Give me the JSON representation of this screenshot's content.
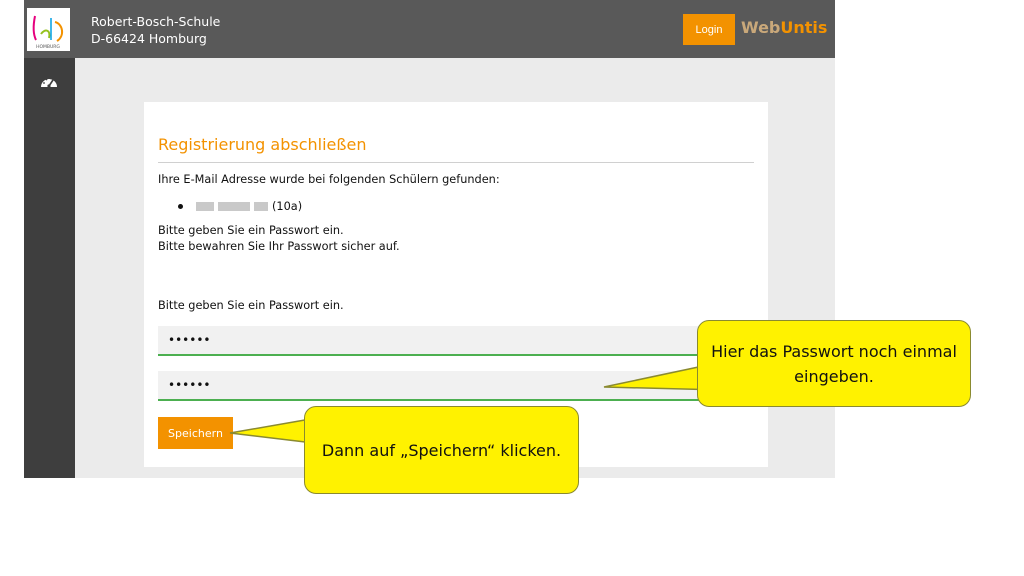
{
  "header": {
    "school_name": "Robert-Bosch-Schule",
    "school_address": "D-66424 Homburg",
    "logo_text": "HOMBURG",
    "login_label": "Login",
    "brand_web": "Web",
    "brand_untis": "Untis"
  },
  "sidebar": {
    "icon": "dashboard-icon"
  },
  "form": {
    "title": "Registrierung abschließen",
    "found_text": "Ihre E-Mail Adresse wurde bei folgenden Schülern gefunden:",
    "student_class": "(10a)",
    "instruction_line1": "Bitte geben Sie ein Passwort ein.",
    "instruction_line2": "Bitte bewahren Sie Ihr Passwort sicher auf.",
    "password_label": "Bitte geben Sie ein Passwort ein.",
    "password_value": "••••••",
    "password_repeat_value": "••••••",
    "save_label": "Speichern"
  },
  "callouts": {
    "repeat_password": "Hier das Passwort noch einmal eingeben.",
    "click_save": "Dann auf „Speichern“ klicken."
  },
  "colors": {
    "accent": "#f39200",
    "callout": "#fff200",
    "input_border": "#4caf50"
  }
}
